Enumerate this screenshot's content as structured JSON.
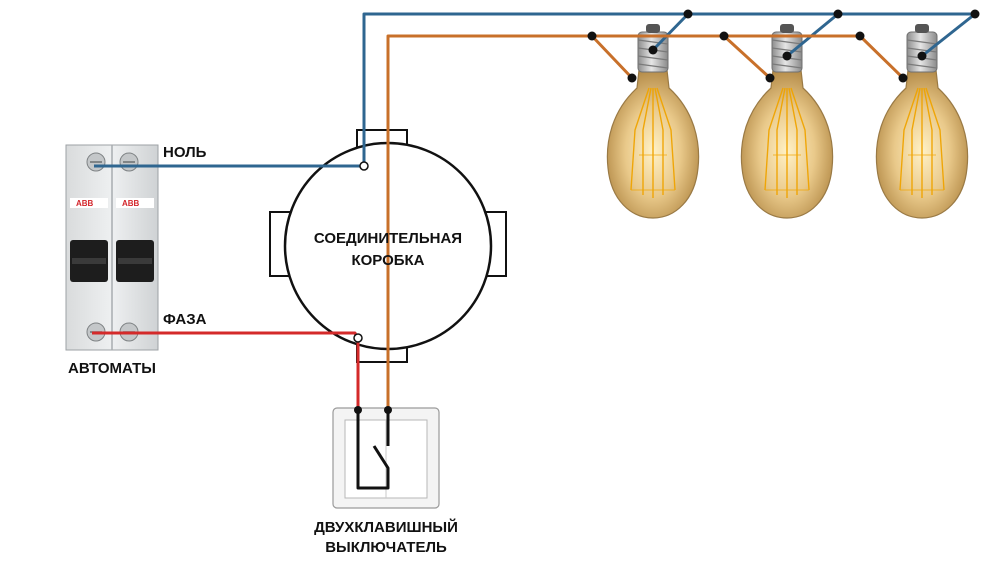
{
  "labels": {
    "neutral": "НОЛЬ",
    "phase": "ФАЗА",
    "breakers": "АВТОМАТЫ",
    "junction_box_line1": "СОЕДИНИТЕЛЬНАЯ",
    "junction_box_line2": "КОРОБКА",
    "switch_line1": "ДВУХКЛАВИШНЫЙ",
    "switch_line2": "ВЫКЛЮЧАТЕЛЬ"
  },
  "breaker_brand": "ABB",
  "colors": {
    "neutral_wire": "#2f6690",
    "switched_wire": "#c8702a",
    "phase_wire": "#d42a2a",
    "switch_wire": "#111111",
    "lamp_glass": "#e7c98e",
    "lamp_filament": "#f2a900",
    "lamp_base": "#b9b9b9"
  },
  "lamp_count": 3
}
